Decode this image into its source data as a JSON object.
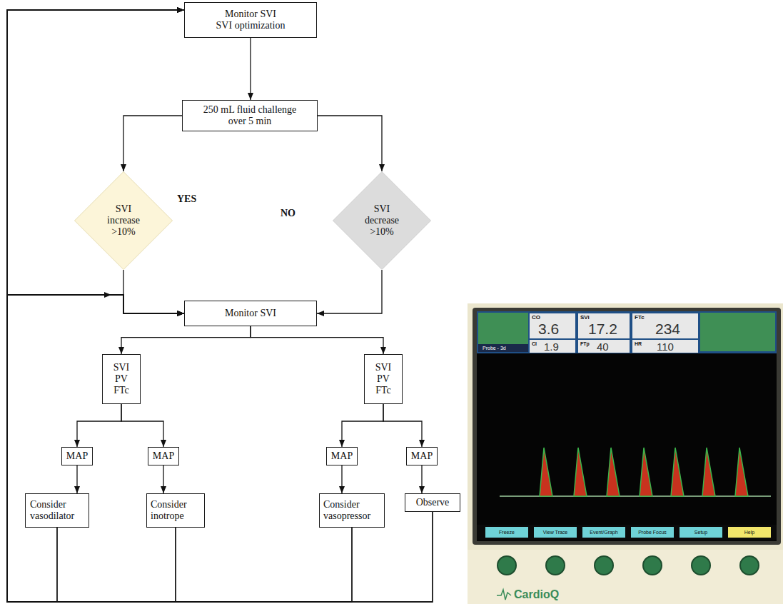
{
  "diagram": {
    "nodes": [
      {
        "text": [
          "Monitor SVI",
          "SVI optimization"
        ]
      },
      {
        "text": [
          "250 mL fluid challenge over 5 min"
        ]
      },
      {
        "text": [
          "SVI increase >10%"
        ]
      },
      {
        "text": [
          "SVI decrease >10%"
        ]
      },
      {
        "text": [
          "Monitor SVI"
        ]
      },
      {
        "text": [
          "SVI PV FTc"
        ]
      },
      {
        "text": [
          "SVI PV FTc"
        ]
      },
      {
        "text": [
          "MAP"
        ]
      },
      {
        "text": [
          "MAP"
        ]
      },
      {
        "text": [
          "MAP"
        ]
      },
      {
        "text": [
          "MAP"
        ]
      },
      {
        "text": [
          "Consider vasodilator"
        ]
      },
      {
        "text": [
          "Consider inotrope"
        ]
      },
      {
        "text": [
          "Consider vasopressor"
        ]
      },
      {
        "text": [
          "Observe"
        ]
      }
    ],
    "edges": [
      {
        "from": 0,
        "to": 1,
        "arrow": "to"
      },
      {
        "from": 1,
        "to": 2,
        "arrow": "to"
      },
      {
        "from": 1,
        "to": 3,
        "arrow": "to"
      },
      {
        "from": 2,
        "to": 4,
        "arrow": "to"
      },
      {
        "from": 3,
        "to": 4,
        "arrow": "to"
      },
      {
        "from": 4,
        "to": 5,
        "arrow": "to"
      },
      {
        "from": 4,
        "to": 6,
        "arrow": "to"
      },
      {
        "from": 5,
        "to": 7,
        "arrow": "to"
      },
      {
        "from": 5,
        "to": 8,
        "arrow": "to"
      },
      {
        "from": 6,
        "to": 9,
        "arrow": "to"
      },
      {
        "from": 6,
        "to": 10,
        "arrow": "to"
      },
      {
        "from": 7,
        "to": 11,
        "arrow": "to"
      },
      {
        "from": 8,
        "to": 12,
        "arrow": "to"
      },
      {
        "from": 9,
        "to": 13,
        "arrow": "to"
      },
      {
        "from": 10,
        "to": 14,
        "arrow": "to"
      },
      {
        "from": 11,
        "to": 0,
        "arrow": "to"
      },
      {
        "from": 12,
        "to": 0,
        "arrow": "to"
      },
      {
        "from": 13,
        "to": 0,
        "arrow": "to"
      },
      {
        "from": 14,
        "to": 0,
        "arrow": "to"
      },
      {
        "from": 11,
        "to": 4,
        "arrow": "to"
      },
      {
        "from": 12,
        "to": 4,
        "arrow": "to"
      },
      {
        "from": 13,
        "to": 4,
        "arrow": "to"
      },
      {
        "from": 14,
        "to": 4,
        "arrow": "to"
      }
    ],
    "labels": [
      "YES",
      "NO",
      "CO",
      "3.6",
      "SVi",
      "17.2",
      "FTc",
      "234",
      "CI",
      "1.9",
      "FTp",
      "40",
      "HR",
      "110",
      "Probe - 3d",
      "Freeze",
      "View Trace",
      "Event/Graph",
      "Probe Focus",
      "Setup",
      "Help",
      "CardioQ"
    ]
  }
}
